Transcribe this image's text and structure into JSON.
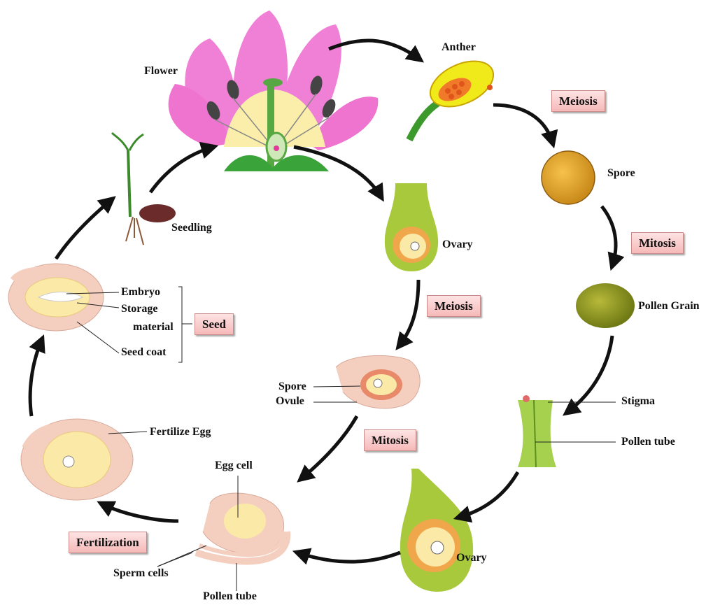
{
  "labels": {
    "flower": "Flower",
    "anther": "Anther",
    "meiosis_1": "Meiosis",
    "spore_1": "Spore",
    "mitosis_1": "Mitosis",
    "pollen_grain": "Pollen Grain",
    "stigma": "Stigma",
    "pollen_tube_1": "Pollen tube",
    "ovary_1": "Ovary",
    "meiosis_2": "Meiosis",
    "spore_2": "Spore",
    "ovule": "Ovule",
    "mitosis_2": "Mitosis",
    "ovary_2": "Ovary",
    "egg_cell": "Egg cell",
    "sperm_cells": "Sperm cells",
    "pollen_tube_2": "Pollen tube",
    "fertilization": "Fertilization",
    "fertilize_egg": "Fertilize Egg",
    "embryo": "Embryo",
    "storage": "Storage",
    "material": "material",
    "seed_coat": "Seed coat",
    "seed": "Seed",
    "seedling": "Seedling"
  },
  "colors": {
    "petal": "#f07fd6",
    "arrow": "#111111",
    "box_fill": "#f7c4c4",
    "ovary_green": "#a8c93c",
    "seed_pink": "#f4cfc0",
    "seed_yellow": "#fbe9a8"
  }
}
